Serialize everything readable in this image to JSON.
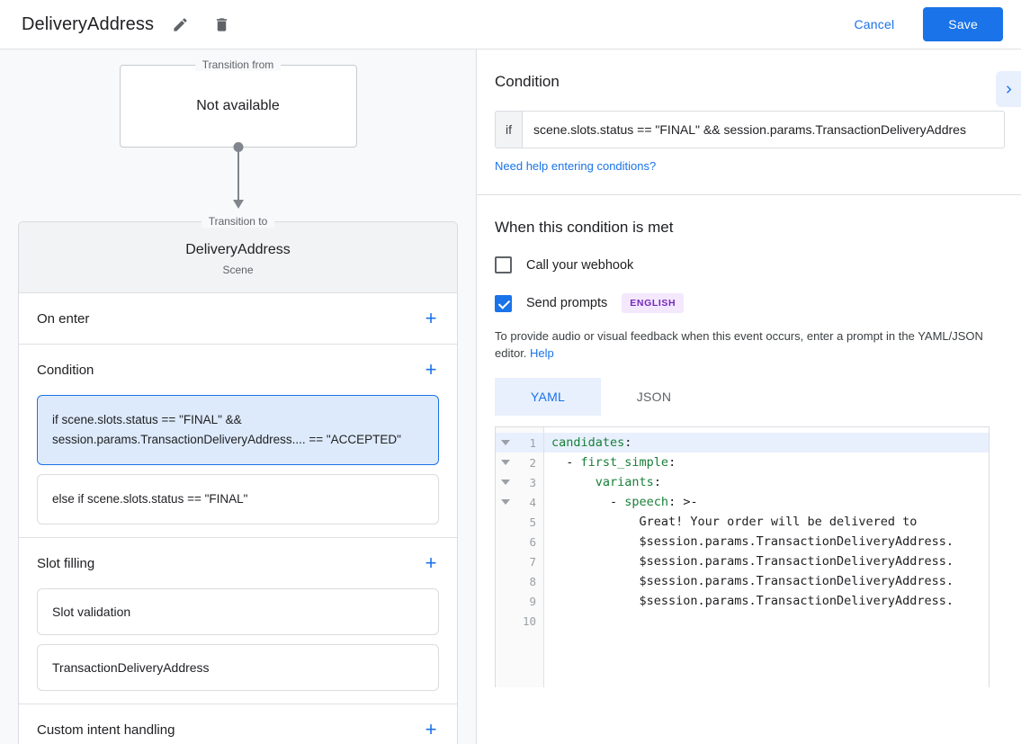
{
  "header": {
    "title": "DeliveryAddress",
    "edit_icon": "pencil-icon",
    "delete_icon": "trash-icon",
    "cancel_label": "Cancel",
    "save_label": "Save",
    "accent_color": "#1a73e8"
  },
  "left": {
    "transition_from": {
      "legend": "Transition from",
      "value": "Not available"
    },
    "transition_to": {
      "legend": "Transition to",
      "name": "DeliveryAddress",
      "type": "Scene"
    },
    "sections": [
      {
        "title": "On enter",
        "add_label": "+",
        "items": []
      },
      {
        "title": "Condition",
        "add_label": "+",
        "items": [
          {
            "text": "if scene.slots.status == \"FINAL\" && session.params.TransactionDeliveryAddress.... == \"ACCEPTED\"",
            "selected": true
          },
          {
            "text": "else if scene.slots.status == \"FINAL\"",
            "selected": false
          }
        ]
      },
      {
        "title": "Slot filling",
        "add_label": "+",
        "items": [
          {
            "text": "Slot validation",
            "selected": false
          },
          {
            "text": "TransactionDeliveryAddress",
            "selected": false
          }
        ]
      },
      {
        "title": "Custom intent handling",
        "add_label": "+",
        "items": []
      }
    ]
  },
  "right": {
    "condition": {
      "heading": "Condition",
      "if_label": "if",
      "if_value": "scene.slots.status == \"FINAL\" && session.params.TransactionDeliveryAddres",
      "help_link": "Need help entering conditions?",
      "expand_icon": "chevron-right-icon"
    },
    "when_met": {
      "heading": "When this condition is met",
      "webhook": {
        "label": "Call your webhook",
        "checked": false
      },
      "prompts": {
        "label": "Send prompts",
        "checked": true,
        "badge": "ENGLISH",
        "badge_bg": "#f3e8fd",
        "badge_color": "#7627bb"
      },
      "helper_text": "To provide audio or visual feedback when this event occurs, enter a prompt in the YAML/JSON editor.",
      "helper_link": "Help"
    },
    "editor": {
      "tabs": [
        {
          "label": "YAML",
          "active": true
        },
        {
          "label": "JSON",
          "active": false
        }
      ],
      "lines": [
        {
          "num": "1",
          "fold": true,
          "indent": 0,
          "key": "candidates",
          "rest": ":",
          "plain": ""
        },
        {
          "num": "2",
          "fold": true,
          "indent": 0,
          "key": "",
          "rest": "",
          "plain": "  - first_simple:"
        },
        {
          "num": "3",
          "fold": true,
          "indent": 0,
          "key": "",
          "rest": "",
          "plain": "      variants:"
        },
        {
          "num": "4",
          "fold": true,
          "indent": 0,
          "key": "",
          "rest": "",
          "plain": "        - speech: >-"
        },
        {
          "num": "5",
          "fold": false,
          "indent": 0,
          "key": "",
          "rest": "",
          "plain": "            Great! Your order will be delivered to"
        },
        {
          "num": "6",
          "fold": false,
          "indent": 0,
          "key": "",
          "rest": "",
          "plain": "            $session.params.TransactionDeliveryAddress."
        },
        {
          "num": "7",
          "fold": false,
          "indent": 0,
          "key": "",
          "rest": "",
          "plain": "            $session.params.TransactionDeliveryAddress."
        },
        {
          "num": "8",
          "fold": false,
          "indent": 0,
          "key": "",
          "rest": "",
          "plain": "            $session.params.TransactionDeliveryAddress."
        },
        {
          "num": "9",
          "fold": false,
          "indent": 0,
          "key": "",
          "rest": "",
          "plain": "            $session.params.TransactionDeliveryAddress."
        },
        {
          "num": "10",
          "fold": false,
          "indent": 0,
          "key": "",
          "rest": "",
          "plain": ""
        }
      ],
      "line_tokens": [
        [
          {
            "t": "candidates",
            "c": "key"
          },
          {
            "t": ":",
            "c": "plain"
          }
        ],
        [
          {
            "t": "  - ",
            "c": "plain"
          },
          {
            "t": "first_simple",
            "c": "key"
          },
          {
            "t": ":",
            "c": "plain"
          }
        ],
        [
          {
            "t": "      ",
            "c": "plain"
          },
          {
            "t": "variants",
            "c": "key"
          },
          {
            "t": ":",
            "c": "plain"
          }
        ],
        [
          {
            "t": "        - ",
            "c": "plain"
          },
          {
            "t": "speech",
            "c": "key"
          },
          {
            "t": ": >-",
            "c": "plain"
          }
        ],
        [
          {
            "t": "            Great! Your order will be delivered to",
            "c": "plain"
          }
        ],
        [
          {
            "t": "            $session.params.TransactionDeliveryAddress.",
            "c": "plain"
          }
        ],
        [
          {
            "t": "            $session.params.TransactionDeliveryAddress.",
            "c": "plain"
          }
        ],
        [
          {
            "t": "            $session.params.TransactionDeliveryAddress.",
            "c": "plain"
          }
        ],
        [
          {
            "t": "            $session.params.TransactionDeliveryAddress.",
            "c": "plain"
          }
        ],
        []
      ]
    }
  }
}
